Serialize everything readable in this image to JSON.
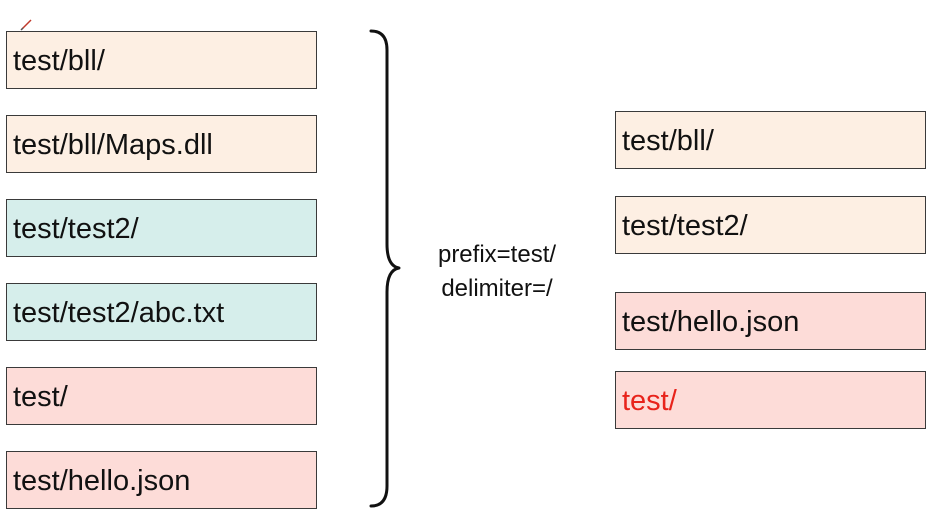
{
  "left_column": [
    {
      "label": "test/bll/",
      "color": "#fdefe3"
    },
    {
      "label": "test/bll/Maps.dll",
      "color": "#fdefe3"
    },
    {
      "label": "test/test2/",
      "color": "#d6eeeb"
    },
    {
      "label": "test/test2/abc.txt",
      "color": "#d6eeeb"
    },
    {
      "label": "test/",
      "color": "#fddcd8"
    },
    {
      "label": "test/hello.json",
      "color": "#fddcd8"
    }
  ],
  "parameters": {
    "prefix": "prefix=test/",
    "delimiter": "delimiter=/"
  },
  "right_column": [
    {
      "label": "test/bll/",
      "color": "#fdefe3"
    },
    {
      "label": "test/test2/",
      "color": "#fdefe3"
    },
    {
      "label": "test/hello.json",
      "color": "#fddcd8"
    },
    {
      "label": "test/",
      "color": "#fddcd8",
      "text_color": "#e8231b"
    }
  ]
}
